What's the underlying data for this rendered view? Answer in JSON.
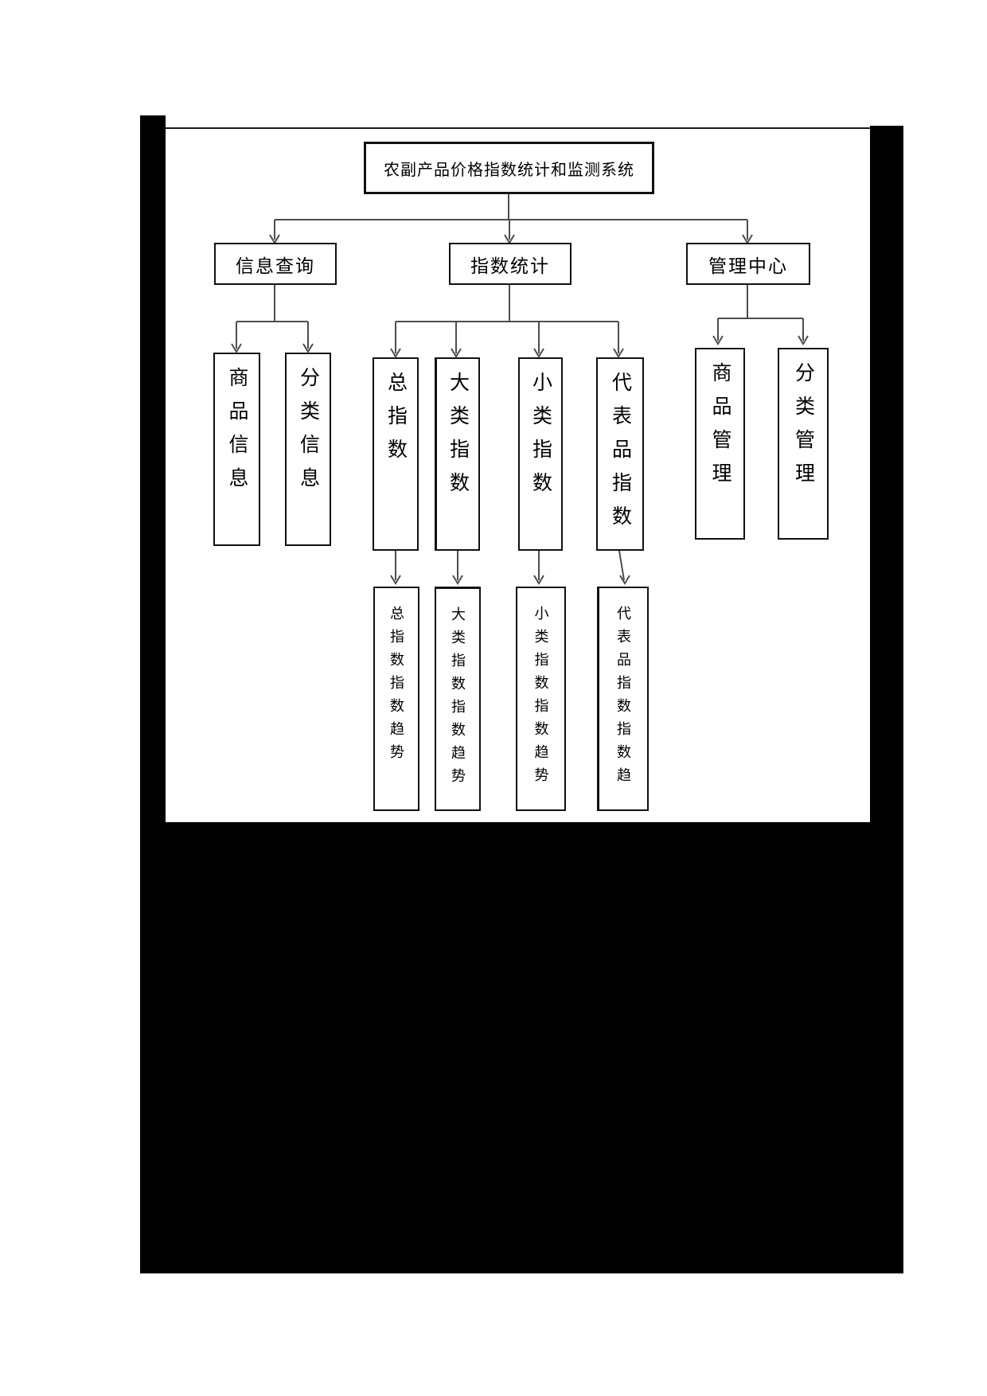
{
  "diagram": {
    "title": "农副产品价格指数统计和监测系统",
    "branches": [
      {
        "label": "信息查询",
        "children": [
          {
            "label": "商品信息"
          },
          {
            "label": "分类信息"
          }
        ]
      },
      {
        "label": "指数统计",
        "children": [
          {
            "label": "总指数",
            "trend": "总指数指数趋势"
          },
          {
            "label": "大类指数",
            "trend": "大类指数指数趋势"
          },
          {
            "label": "小类指数",
            "trend": "小类指数指数趋势"
          },
          {
            "label": "代表品指数",
            "trend": "代表品指数指数趋"
          }
        ]
      },
      {
        "label": "管理中心",
        "children": [
          {
            "label": "商品管理"
          },
          {
            "label": "分类管理"
          }
        ]
      }
    ],
    "colors": {
      "paper": "#ffffff",
      "ink": "#000000",
      "connector": "#4d4d4d",
      "scan_bar": "#000000"
    }
  }
}
